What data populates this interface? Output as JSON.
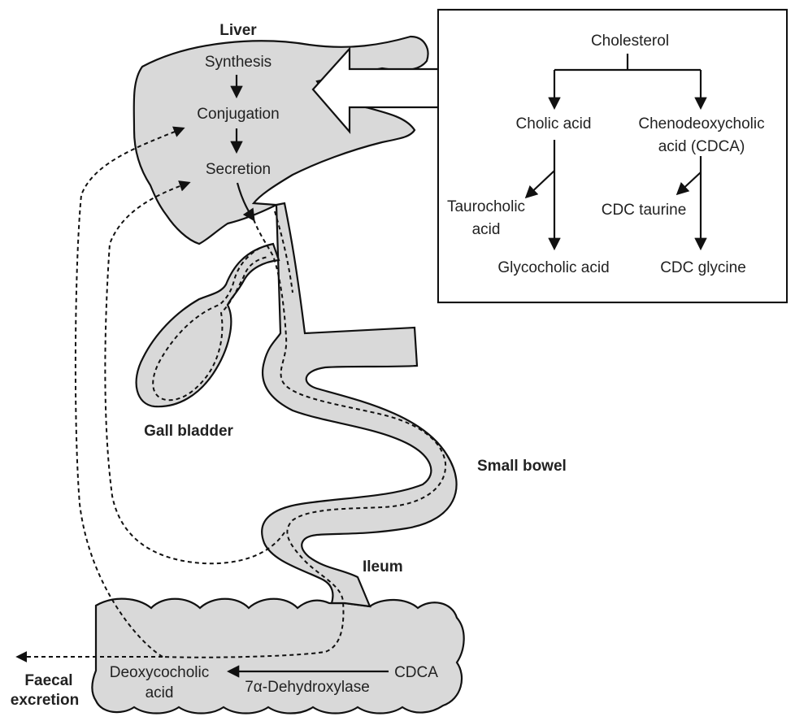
{
  "organs": {
    "liver": "Liver",
    "gall_bladder": "Gall bladder",
    "small_bowel": "Small bowel",
    "ileum": "Ileum"
  },
  "liver_steps": {
    "synthesis": "Synthesis",
    "conjugation": "Conjugation",
    "secretion": "Secretion"
  },
  "pathway": {
    "cholesterol": "Cholesterol",
    "cholic_acid": "Cholic acid",
    "cdca_line1": "Chenodeoxycholic",
    "cdca_line2": "acid (CDCA)",
    "taurocholic_line1": "Taurocholic",
    "taurocholic_line2": "acid",
    "glycocholic": "Glycocholic acid",
    "cdc_taurine": "CDC taurine",
    "cdc_glycine": "CDC glycine"
  },
  "colon": {
    "cdca": "CDCA",
    "enzyme": "7α-Dehydroxylase",
    "deoxy_line1": "Deoxycocholic",
    "deoxy_line2": "acid",
    "faecal_line1": "Faecal",
    "faecal_line2": "excretion"
  }
}
